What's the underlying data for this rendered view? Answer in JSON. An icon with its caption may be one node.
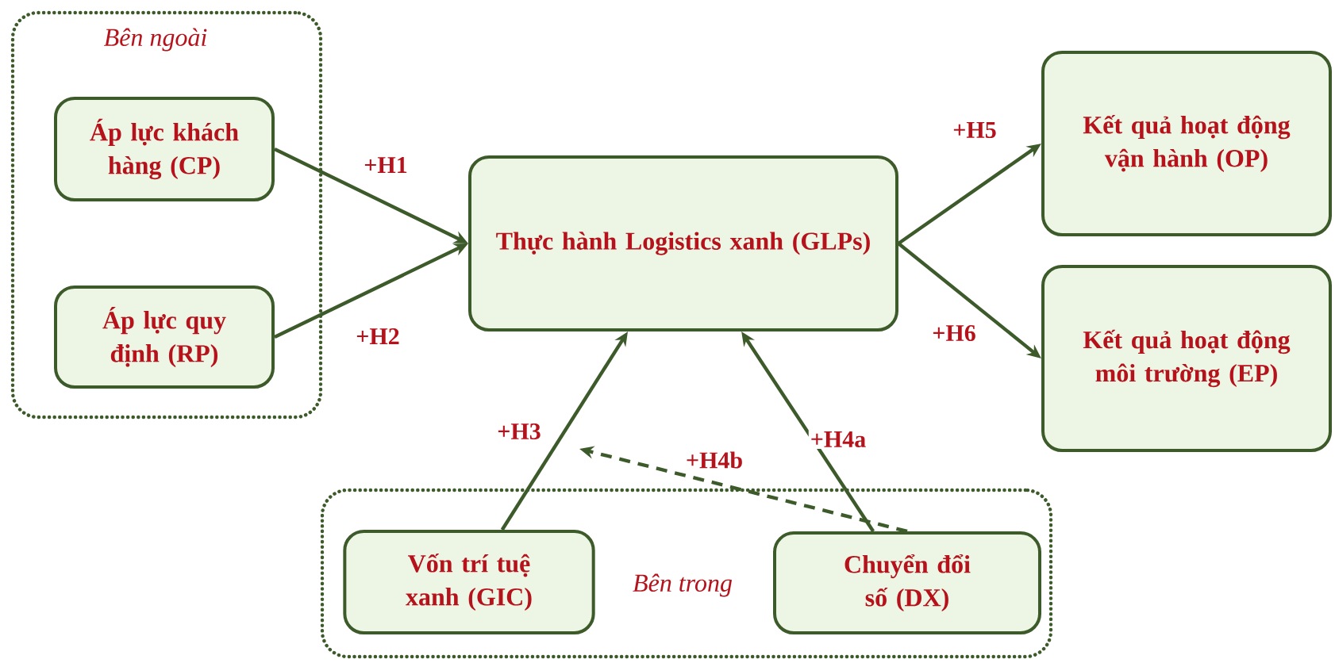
{
  "diagram": {
    "nodes": [
      {
        "text": [
          "Bên ngoài"
        ]
      },
      {
        "text": [
          "Áp lực khách hàng (CP)"
        ],
        "in": 0
      },
      {
        "text": [
          "Áp lực quy định (RP)"
        ],
        "in": 0
      },
      {
        "text": [
          "Thực hành Logistics xanh (GLPs)"
        ]
      },
      {
        "text": [
          "Kết quả hoạt động vận hành (OP)"
        ]
      },
      {
        "text": [
          "Kết quả hoạt động môi trường (EP)"
        ]
      },
      {
        "text": [
          "Bên trong"
        ]
      },
      {
        "text": [
          "Vốn trí tuệ xanh (GIC)"
        ],
        "in": 6
      },
      {
        "text": [
          "Chuyển đổi số (DX)"
        ],
        "in": 6
      }
    ],
    "edges": [
      {
        "from": 1,
        "to": 3,
        "arrow": "to",
        "label": "+H1"
      },
      {
        "from": 2,
        "to": 3,
        "arrow": "to",
        "label": "+H2"
      },
      {
        "from": 3,
        "to": 4,
        "arrow": "to",
        "label": "+H5"
      },
      {
        "from": 3,
        "to": 5,
        "arrow": "to",
        "label": "+H6"
      },
      {
        "from": 7,
        "to": 3,
        "arrow": "to",
        "label": "+H3"
      },
      {
        "from": 8,
        "to": 3,
        "arrow": "to",
        "label": "+H4a"
      },
      {
        "from": 8,
        "to": null,
        "arrow": "to",
        "label": "+H4b",
        "style": "dashed"
      }
    ]
  }
}
